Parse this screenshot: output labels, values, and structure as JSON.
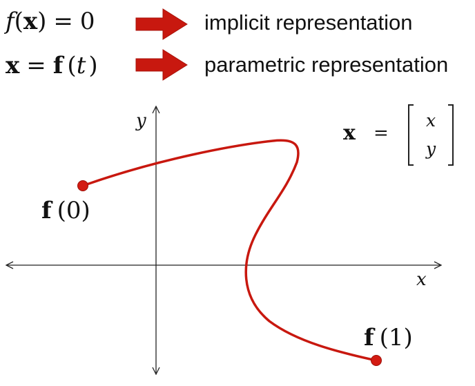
{
  "rows": [
    {
      "formula_parts": [
        "f",
        "(",
        "x",
        ")",
        "=",
        "0"
      ],
      "label": "implicit representation"
    },
    {
      "formula_parts": [
        "x",
        "=",
        "f",
        "(",
        "t",
        ")"
      ],
      "label": "parametric representation"
    }
  ],
  "axes": {
    "x_label": "x",
    "y_label": "y"
  },
  "vector": {
    "lhs": "x",
    "eq": "=",
    "entries": [
      "x",
      "y"
    ]
  },
  "endpoints": {
    "start": {
      "fn": "f",
      "arg": "(0)"
    },
    "end": {
      "fn": "f",
      "arg": "(1)"
    }
  },
  "colors": {
    "arrow": "#c8180f",
    "curve": "#c8180f",
    "point": "#d31b12",
    "text": "#111111",
    "axis": "#222222"
  },
  "icons": {
    "arrow": "right-arrow-icon"
  }
}
